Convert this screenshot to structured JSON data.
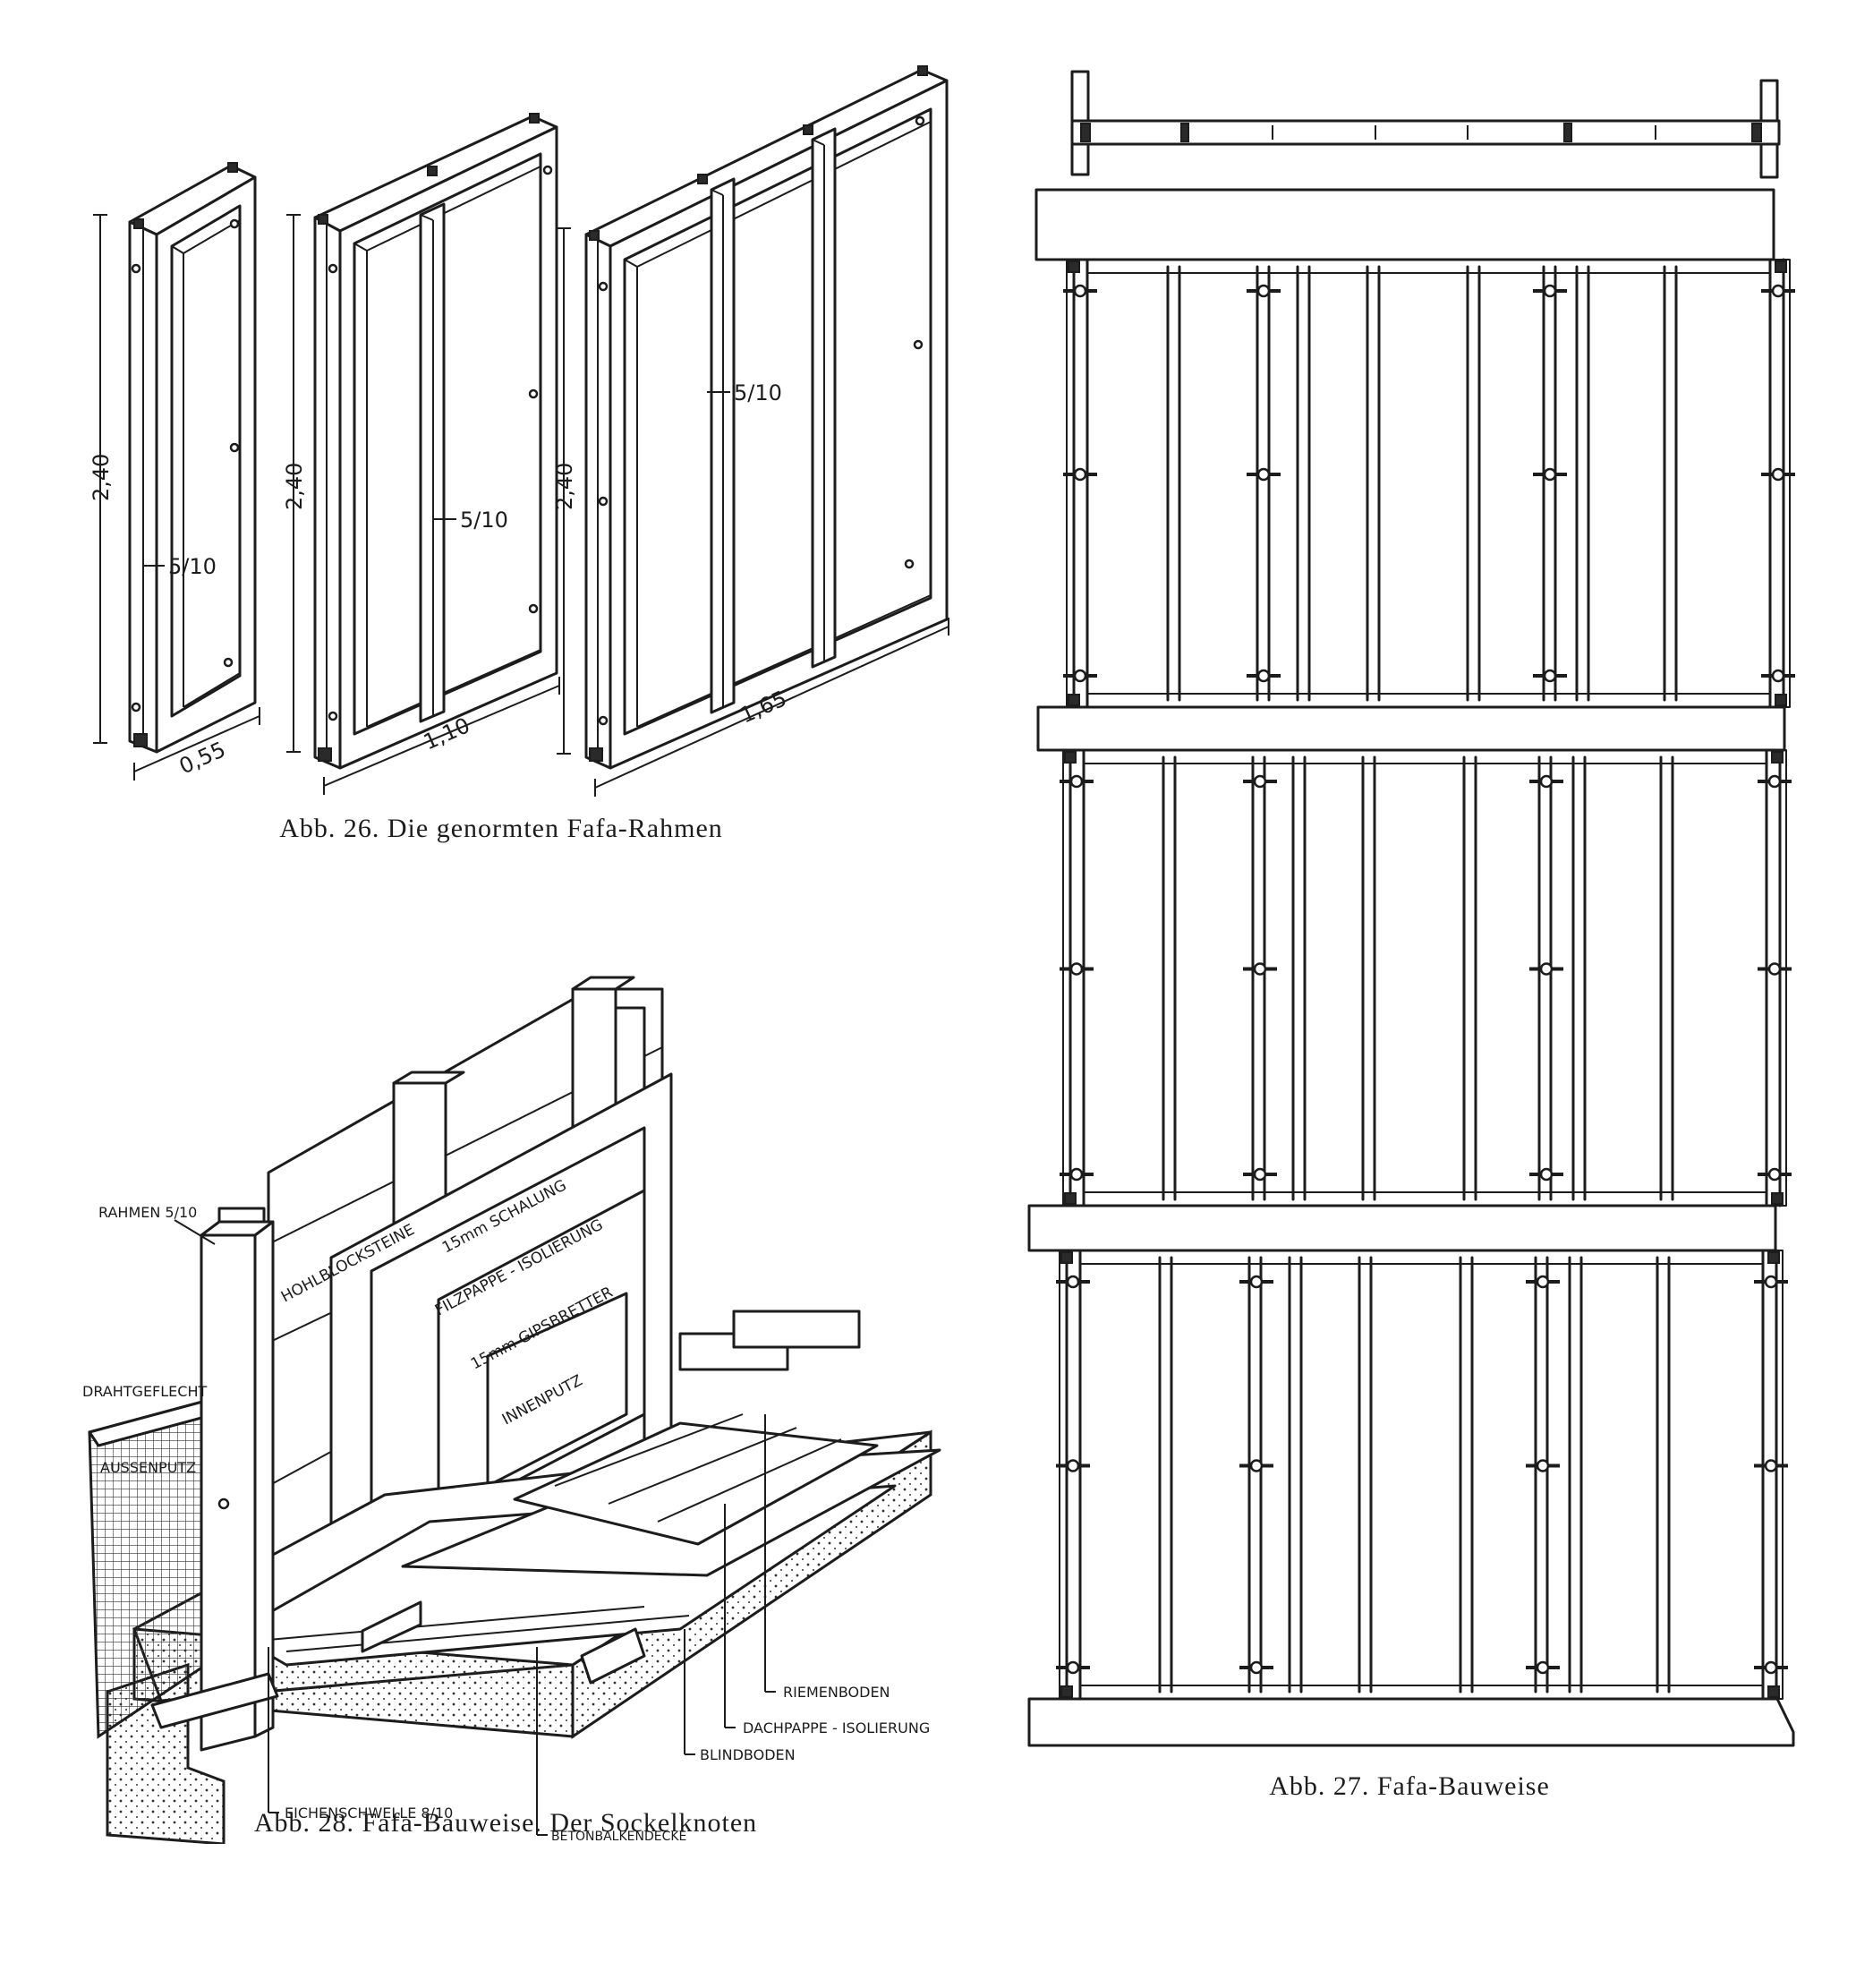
{
  "fig26": {
    "caption": "Abb. 26. Die genormten Fafa-Rahmen",
    "frames": [
      {
        "height_label": "2,40",
        "width_label": "0,55",
        "stud_label": "5/10"
      },
      {
        "height_label": "2,40",
        "width_label": "1,10",
        "stud_label": "5/10"
      },
      {
        "height_label": "2,40",
        "width_label": "1,65",
        "stud_label": "5/10"
      }
    ]
  },
  "fig28": {
    "caption": "Abb. 28. Fafa-Bauweise. Der Sockelknoten",
    "labels": {
      "rahmen": "RAHMEN 5/10",
      "drahtgeflecht": "DRAHTGEFLECHT",
      "aussenputz": "AUSSENPUTZ",
      "hohlblocksteine": "HOHLBLOCKSTEINE",
      "schalung": "15mm SCHALUNG",
      "filzpappe": "FILZPAPPE - ISOLIERUNG",
      "gipsbretter": "15mm GIPSBRETTER",
      "innenputz": "INNENPUTZ",
      "riemenboden": "RIEMENBODEN",
      "dachpappe": "DACHPAPPE - ISOLIERUNG",
      "blindboden": "BLINDBODEN",
      "eichenschwelle": "EICHENSCHWELLE 8/10",
      "betonbalkendecke": "BETONBALKENDECKE"
    }
  },
  "fig27": {
    "caption": "Abb. 27. Fafa-Bauweise"
  }
}
